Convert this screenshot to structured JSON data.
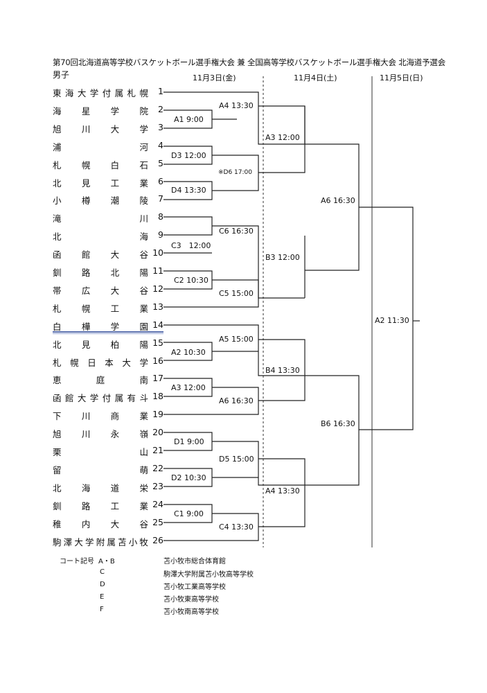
{
  "title": "第70回北海道高等学校バスケットボール選手権大会 兼 全国高等学校バスケットボール選手権大会 北海道予選会",
  "division": "男子",
  "days": [
    "11月3日(金)",
    "11月4日(土)",
    "11月5日(日)"
  ],
  "teams": [
    {
      "num": "1",
      "name": "東海大学付属札幌"
    },
    {
      "num": "2",
      "name": "海星学院"
    },
    {
      "num": "3",
      "name": "旭川大学"
    },
    {
      "num": "4",
      "name": "浦河"
    },
    {
      "num": "5",
      "name": "札幌白石"
    },
    {
      "num": "6",
      "name": "北見工業"
    },
    {
      "num": "7",
      "name": "小樽潮陵"
    },
    {
      "num": "8",
      "name": "滝川"
    },
    {
      "num": "9",
      "name": "北海"
    },
    {
      "num": "10",
      "name": "函館大谷"
    },
    {
      "num": "11",
      "name": "釧路北陽"
    },
    {
      "num": "12",
      "name": "帯広大谷"
    },
    {
      "num": "13",
      "name": "札幌工業"
    },
    {
      "num": "14",
      "name": "白樺学園"
    },
    {
      "num": "15",
      "name": "北見柏陽"
    },
    {
      "num": "16",
      "name": "札幌日本大学"
    },
    {
      "num": "17",
      "name": "恵庭南"
    },
    {
      "num": "18",
      "name": "函館大学付属有斗"
    },
    {
      "num": "19",
      "name": "下川商業"
    },
    {
      "num": "20",
      "name": "旭川永嶺"
    },
    {
      "num": "21",
      "name": "栗山"
    },
    {
      "num": "22",
      "name": "留萌"
    },
    {
      "num": "23",
      "name": "北海道栄"
    },
    {
      "num": "24",
      "name": "釧路工業"
    },
    {
      "num": "25",
      "name": "稚内大谷"
    },
    {
      "num": "26",
      "name": "駒澤大学附属苫小牧"
    }
  ],
  "games": [
    {
      "label": "A4 13:30"
    },
    {
      "label": "A1 9:00"
    },
    {
      "label": "D3 12:00"
    },
    {
      "label": "※D6 17:00"
    },
    {
      "label": "D4 13:30"
    },
    {
      "label": "C6 16:30"
    },
    {
      "label": "C3　12:00"
    },
    {
      "label": "C2 10:30"
    },
    {
      "label": "C5 15:00"
    },
    {
      "label": "A5 15:00"
    },
    {
      "label": "A2 10:30"
    },
    {
      "label": "A3 12:00"
    },
    {
      "label": "A6 16:30"
    },
    {
      "label": "D1 9:00"
    },
    {
      "label": "D5 15:00"
    },
    {
      "label": "D2 10:30"
    },
    {
      "label": "C1 9:00"
    },
    {
      "label": "C4 13:30"
    },
    {
      "label": "A3 12:00"
    },
    {
      "label": "B3 12:00"
    },
    {
      "label": "B4 13:30"
    },
    {
      "label": "A4 13:30"
    },
    {
      "label": "A6 16:30"
    },
    {
      "label": "B6 16:30"
    },
    {
      "label": "A2 11:30"
    }
  ],
  "legend": {
    "heading": "コート記号",
    "rows": [
      {
        "code": "A・B",
        "venue": "苫小牧市総合体育館"
      },
      {
        "code": "C",
        "venue": "駒澤大学附属苫小牧高等学校"
      },
      {
        "code": "D",
        "venue": "苫小牧工業高等学校"
      },
      {
        "code": "E",
        "venue": "苫小牧東高等学校"
      },
      {
        "code": "F",
        "venue": "苫小牧南高等学校"
      }
    ]
  }
}
